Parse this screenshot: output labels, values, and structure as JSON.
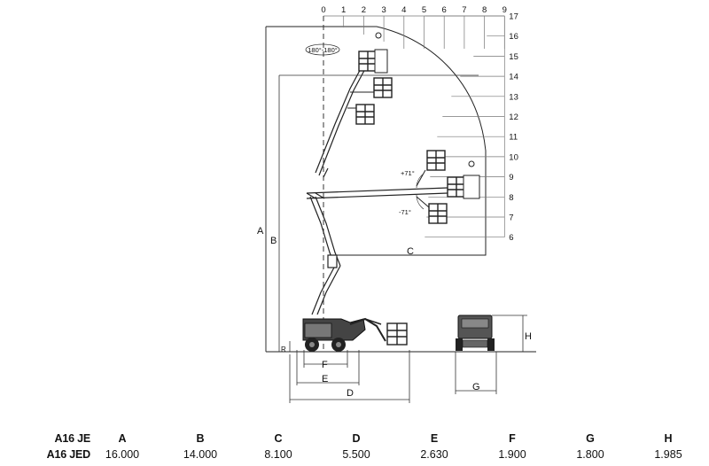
{
  "grid": {
    "top_labels": [
      "0",
      "1",
      "2",
      "3",
      "4",
      "5",
      "6",
      "7",
      "8",
      "9"
    ],
    "right_labels": [
      "17",
      "16",
      "15",
      "14",
      "13",
      "12",
      "11",
      "10",
      "9",
      "8",
      "7",
      "6"
    ]
  },
  "diagram_labels": {
    "rotation": "180°-180°",
    "angle_up": "+71°",
    "angle_down": "-71°",
    "dimensions": {
      "A": "A",
      "B": "B",
      "C": "C",
      "D": "D",
      "E": "E",
      "F": "F",
      "G": "G",
      "H": "H",
      "R": "R"
    }
  },
  "specs": {
    "models": [
      "A16 JE",
      "A16 JED"
    ],
    "columns": [
      {
        "header": "A",
        "value": "16.000"
      },
      {
        "header": "B",
        "value": "14.000"
      },
      {
        "header": "C",
        "value": "8.100"
      },
      {
        "header": "D",
        "value": "5.500"
      },
      {
        "header": "E",
        "value": "2.630"
      },
      {
        "header": "F",
        "value": "1.900"
      },
      {
        "header": "G",
        "value": "1.800"
      },
      {
        "header": "H",
        "value": "1.985"
      }
    ]
  }
}
